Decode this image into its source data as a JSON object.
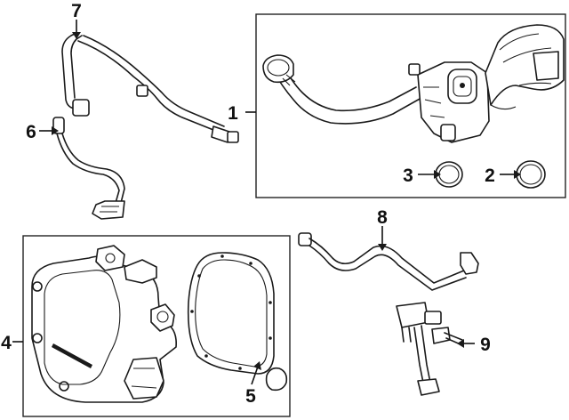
{
  "colors": {
    "line": "#1a1a1a",
    "background": "#ffffff"
  },
  "callouts": [
    {
      "id": "1",
      "label": "1"
    },
    {
      "id": "2",
      "label": "2"
    },
    {
      "id": "3",
      "label": "3"
    },
    {
      "id": "4",
      "label": "4"
    },
    {
      "id": "5",
      "label": "5"
    },
    {
      "id": "6",
      "label": "6"
    },
    {
      "id": "7",
      "label": "7"
    },
    {
      "id": "8",
      "label": "8"
    },
    {
      "id": "9",
      "label": "9"
    }
  ],
  "parts": [
    {
      "name": "breather-hose",
      "callout": "7"
    },
    {
      "name": "vacuum-line",
      "callout": "6"
    },
    {
      "name": "oil-separator-assembly",
      "callout": "1"
    },
    {
      "name": "o-ring-small",
      "callout": "3"
    },
    {
      "name": "o-ring-large",
      "callout": "2"
    },
    {
      "name": "vent-tube",
      "callout": "8"
    },
    {
      "name": "vacuum-pump-assembly",
      "callout": "4"
    },
    {
      "name": "pump-gasket",
      "callout": "5"
    },
    {
      "name": "pressure-sensor",
      "callout": "9"
    }
  ]
}
